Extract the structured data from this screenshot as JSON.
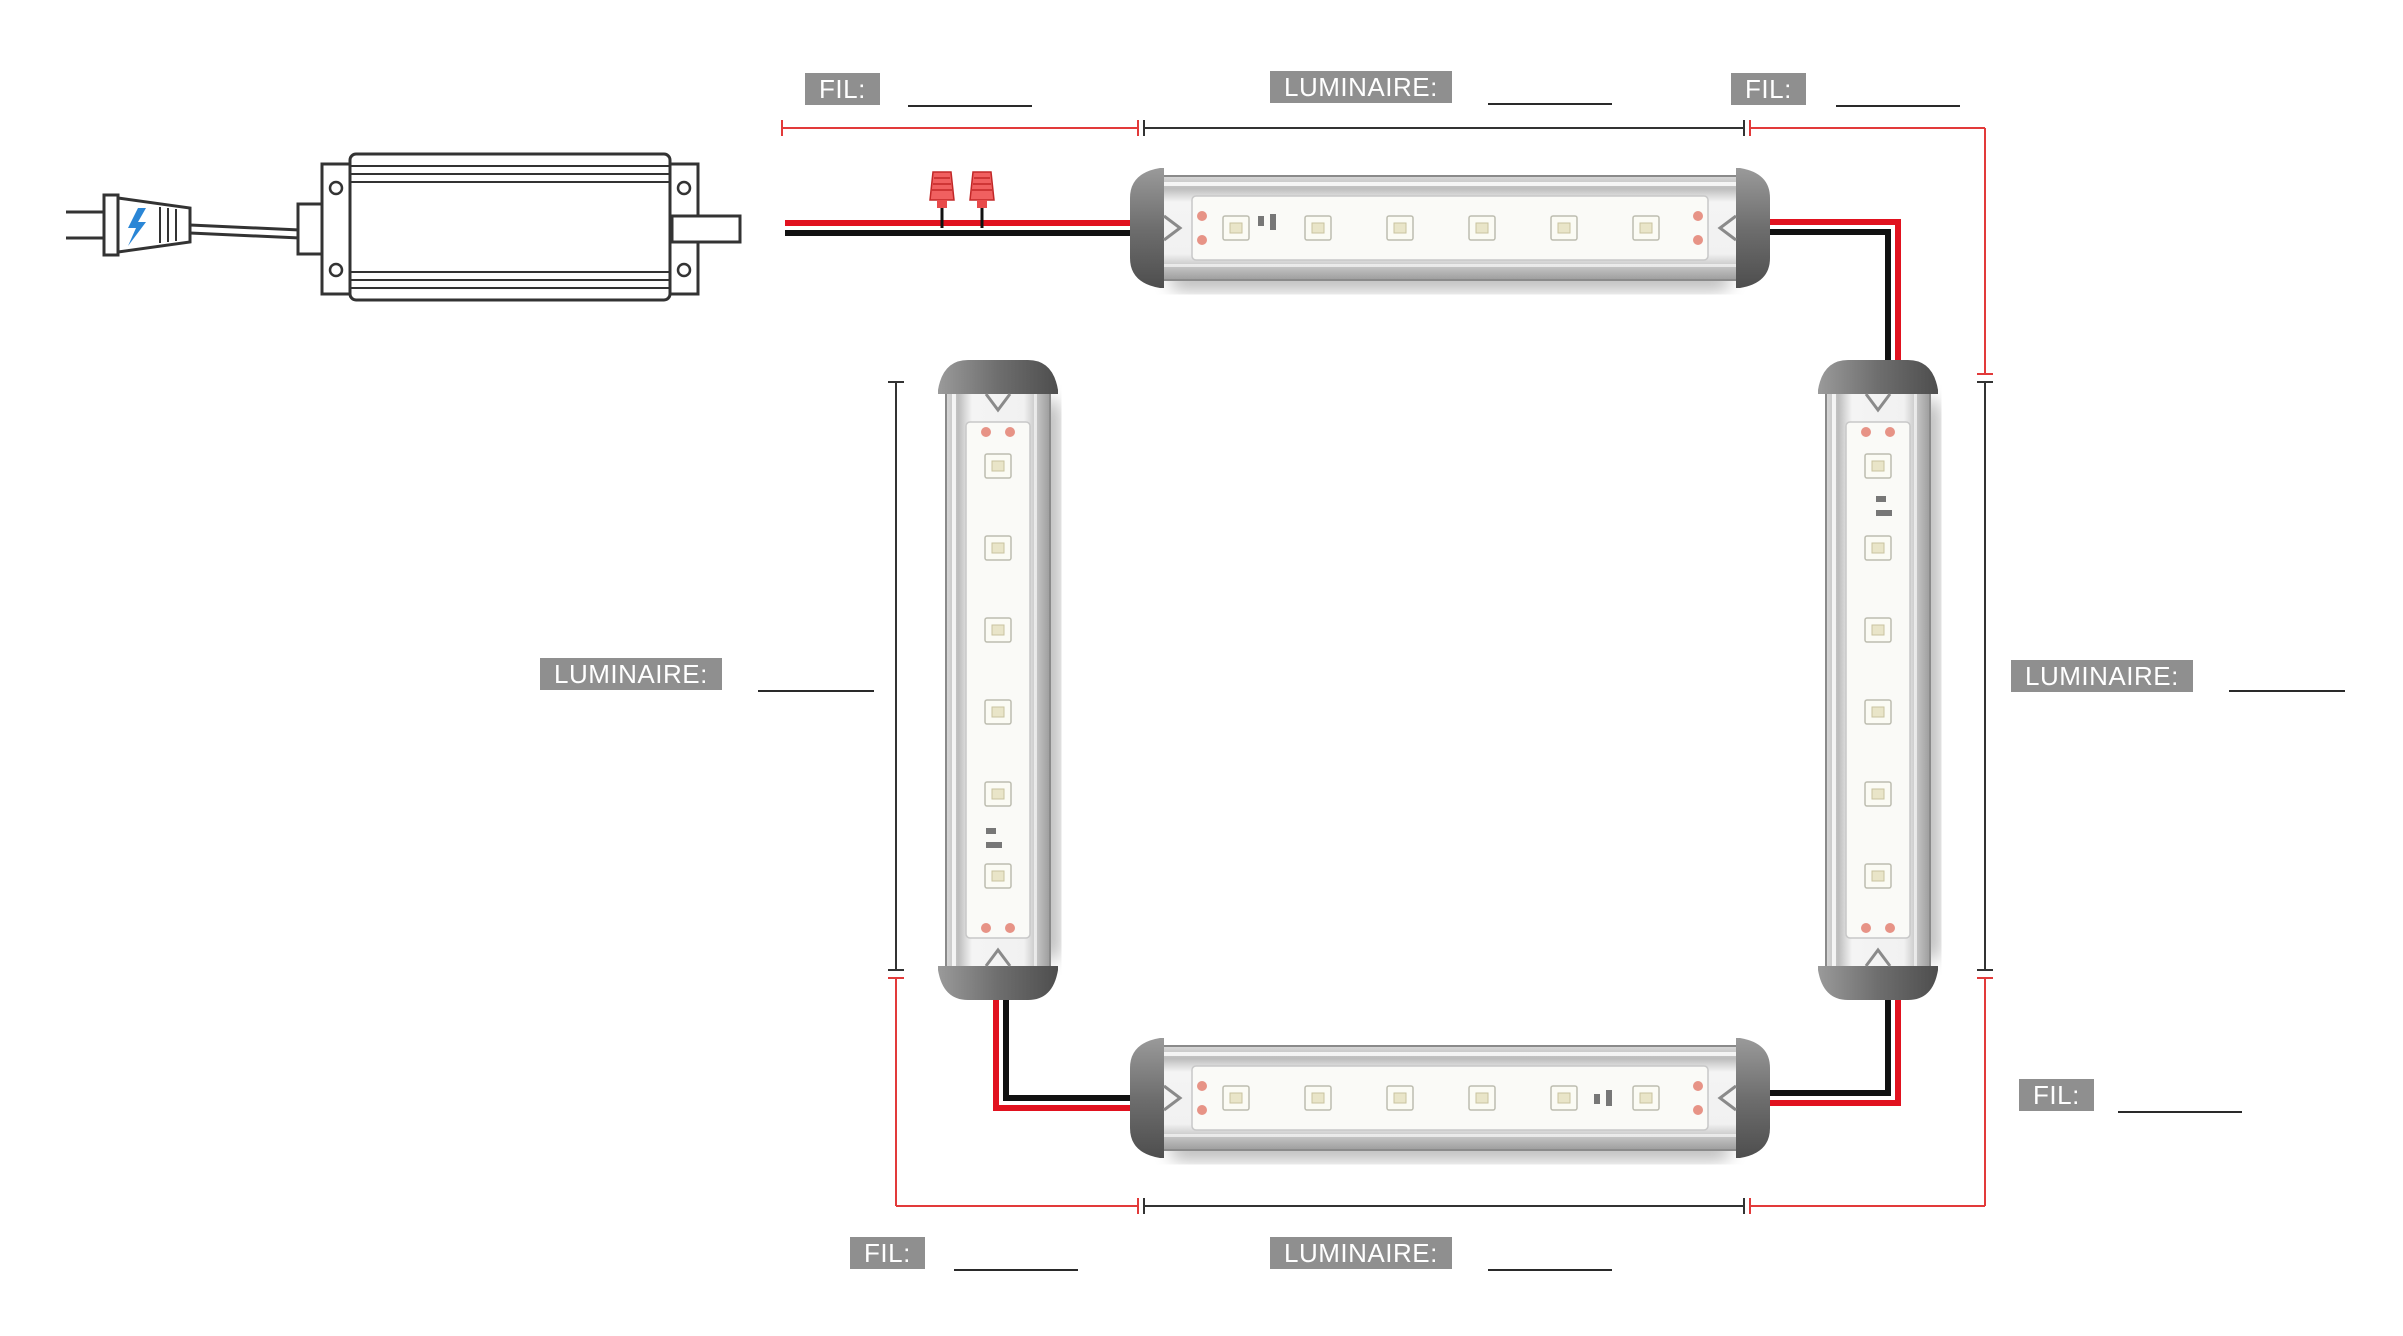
{
  "labels": {
    "wire_top_left": "FIL:",
    "luminaire_top": "LUMINAIRE:",
    "wire_top_right": "FIL:",
    "luminaire_left": "LUMINAIRE:",
    "luminaire_right": "LUMINAIRE:",
    "wire_bottom_right": "FIL:",
    "wire_bottom_left": "FIL:",
    "luminaire_bottom": "LUMINAIRE:"
  },
  "colors": {
    "wire_positive": "#e1121f",
    "wire_negative": "#111111",
    "dimension_wire": "#e23a3a",
    "dimension_luminaire": "#333333",
    "label_background": "#8f8f8f",
    "plug_bolt": "#2a86d6"
  },
  "icons": [
    "power-plug-icon",
    "power-supply-icon",
    "wire-connector-icon",
    "led-light-bar-icon"
  ]
}
